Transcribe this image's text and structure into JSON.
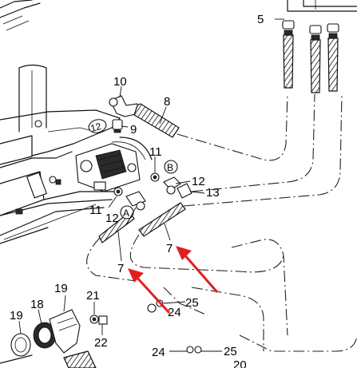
{
  "labels": {
    "p5": "5",
    "p10": "10",
    "p8": "8",
    "p9": "9",
    "p11a": "11",
    "p11b": "11",
    "p12a": "12",
    "p12b": "12",
    "p13": "13",
    "p7a": "7",
    "p7b": "7",
    "p19a": "19",
    "p19b": "19",
    "p18": "18",
    "p21": "21",
    "p22": "22",
    "p24a": "24",
    "p24b": "24",
    "p25a": "25",
    "p25b": "25",
    "p20": "20"
  },
  "callouts": {
    "A": "A",
    "B": "B",
    "badge": "12"
  },
  "colors": {
    "annotation_arrow": "#e02020",
    "linework": "#111111",
    "background": "#ffffff"
  }
}
